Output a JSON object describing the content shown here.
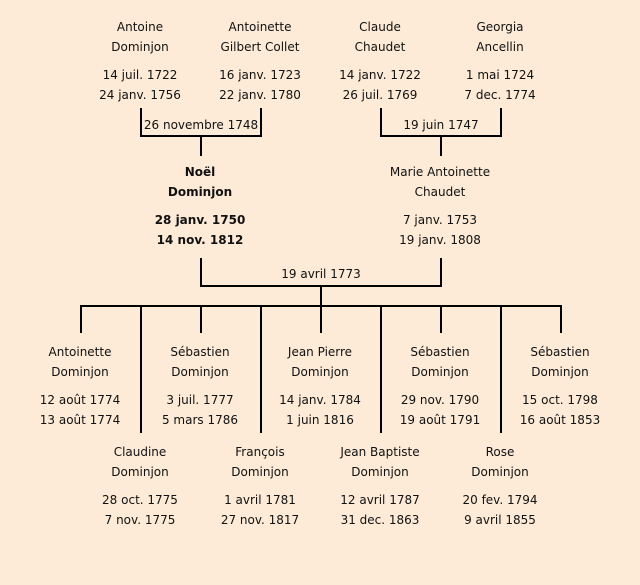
{
  "grandparents": [
    {
      "first": "Antoine",
      "last": "Dominjon",
      "birth": "14 juil. 1722",
      "death": "24 janv. 1756"
    },
    {
      "first": "Antoinette",
      "last": "Gilbert Collet",
      "birth": "16 janv. 1723",
      "death": "22 janv. 1780"
    },
    {
      "first": "Claude",
      "last": "Chaudet",
      "birth": "14 janv. 1722",
      "death": "26 juil. 1769"
    },
    {
      "first": "Georgia",
      "last": "Ancellin",
      "birth": "1 mai 1724",
      "death": "7 dec. 1774"
    }
  ],
  "parents": [
    {
      "first": "Noël",
      "last": "Dominjon",
      "birth": "28 janv. 1750",
      "death": "14 nov. 1812"
    },
    {
      "first": "Marie Antoinette",
      "last": "Chaudet",
      "birth": "7 janv. 1753",
      "death": "19 janv. 1808"
    }
  ],
  "marriages": {
    "paternal": "26 novembre 1748",
    "maternal": "19 juin 1747",
    "parents": "19 avril 1773"
  },
  "children": [
    {
      "first": "Antoinette",
      "last": "Dominjon",
      "birth": "12 août 1774",
      "death": "13 août 1774"
    },
    {
      "first": "Claudine",
      "last": "Dominjon",
      "birth": "28 oct. 1775",
      "death": "7 nov. 1775"
    },
    {
      "first": "Sébastien",
      "last": "Dominjon",
      "birth": "3 juil. 1777",
      "death": "5 mars 1786"
    },
    {
      "first": "François",
      "last": "Dominjon",
      "birth": "1 avril 1781",
      "death": "27 nov. 1817"
    },
    {
      "first": "Jean Pierre",
      "last": "Dominjon",
      "birth": "14 janv. 1784",
      "death": "1 juin 1816"
    },
    {
      "first": "Jean Baptiste",
      "last": "Dominjon",
      "birth": "12 avril 1787",
      "death": "31 dec. 1863"
    },
    {
      "first": "Sébastien",
      "last": "Dominjon",
      "birth": "29 nov. 1790",
      "death": "19 août 1791"
    },
    {
      "first": "Rose",
      "last": "Dominjon",
      "birth": "20 fev. 1794",
      "death": "9 avril 1855"
    },
    {
      "first": "Sébastien",
      "last": "Dominjon",
      "birth": "15 oct. 1798",
      "death": "16 août 1853"
    }
  ]
}
